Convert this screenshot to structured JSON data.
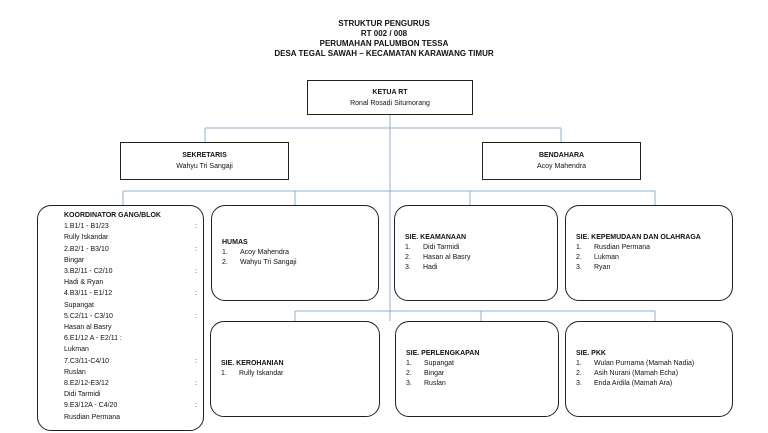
{
  "header": {
    "line1": "STRUKTUR PENGURUS",
    "line2": "RT 002 / 008",
    "line3": "PERUMAHAN PALUMBON TESSA",
    "line4": "DESA TEGAL SAWAH – KECAMATAN KARAWANG TIMUR"
  },
  "ketua": {
    "title": "KETUA RT",
    "name": "Ronal Rosadi Situmorang"
  },
  "sekretaris": {
    "title": "SEKRETARIS",
    "name": "Wahyu Tri Sangaji"
  },
  "bendahara": {
    "title": "BENDAHARA",
    "name": "Acoy Mahendra"
  },
  "koordinator": {
    "title": "KOORDINATOR GANG/BLOK",
    "rows": [
      {
        "text": "1.B1/1 - B1/23",
        "colon": ":"
      },
      {
        "text": "Rully Iskandar",
        "colon": ""
      },
      {
        "text": "2.B2/1 - B3/10",
        "colon": ":"
      },
      {
        "text": "Bingar",
        "colon": ""
      },
      {
        "text": "3.B2/11 - C2/10",
        "colon": ":"
      },
      {
        "text": "Hadi & Ryan",
        "colon": ""
      },
      {
        "text": "4.B3/11 - E1/12",
        "colon": ":"
      },
      {
        "text": "Supangat",
        "colon": ""
      },
      {
        "text": "5.C2/11 - C3/10",
        "colon": ":"
      },
      {
        "text": "Hasan al Basry",
        "colon": ""
      },
      {
        "text": "6.E1/12 A - E2/11 :",
        "colon": ""
      },
      {
        "text": "Lukman",
        "colon": ""
      },
      {
        "text": "7.C3/11-C4/10",
        "colon": ":"
      },
      {
        "text": "Ruslan",
        "colon": ""
      },
      {
        "text": "8.E2/12-E3/12",
        "colon": ":"
      },
      {
        "text": "Didi Tarmidi",
        "colon": ""
      },
      {
        "text": "9.E3/12A - C4/20",
        "colon": ":"
      },
      {
        "text": "Rusdian Permana",
        "colon": ""
      }
    ]
  },
  "humas": {
    "title": "HUMAS",
    "items": [
      {
        "n": "1.",
        "name": "Acoy Mahendra"
      },
      {
        "n": "2.",
        "name": "Wahyu Tri Sangaji"
      }
    ]
  },
  "keamanan": {
    "title": "SIE. KEAMANAAN",
    "items": [
      {
        "n": "1.",
        "name": "Didi Tarmidi"
      },
      {
        "n": "2.",
        "name": "Hasan al Basry"
      },
      {
        "n": "3.",
        "name": "Hadi"
      }
    ]
  },
  "kepemudaan": {
    "title": "SIE. KEPEMUDAAN DAN OLAHRAGA",
    "items": [
      {
        "n": "1.",
        "name": "Rusdian Permana"
      },
      {
        "n": "2.",
        "name": "Lukman"
      },
      {
        "n": "3.",
        "name": "Ryan"
      }
    ]
  },
  "kerohanian": {
    "title": "SIE. KEROHANIAN",
    "items": [
      {
        "n": "1.",
        "name": "Rully Iskandar"
      }
    ]
  },
  "perlengkapan": {
    "title": "SIE. PERLENGKAPAN",
    "items": [
      {
        "n": "1.",
        "name": "Supangat"
      },
      {
        "n": "2.",
        "name": "Bingar"
      },
      {
        "n": "3.",
        "name": "Ruslan"
      }
    ]
  },
  "pkk": {
    "title": "SIE. PKK",
    "items": [
      {
        "n": "1.",
        "name": "Wulan Purnama (Mamah Nadia)"
      },
      {
        "n": "2.",
        "name": "Asih Nurani (Mamah Echa)"
      },
      {
        "n": "3.",
        "name": "Enda Ardila (Mamah Ara)"
      }
    ]
  },
  "colors": {
    "connector": "#8fb1d4",
    "border": "#222222"
  }
}
